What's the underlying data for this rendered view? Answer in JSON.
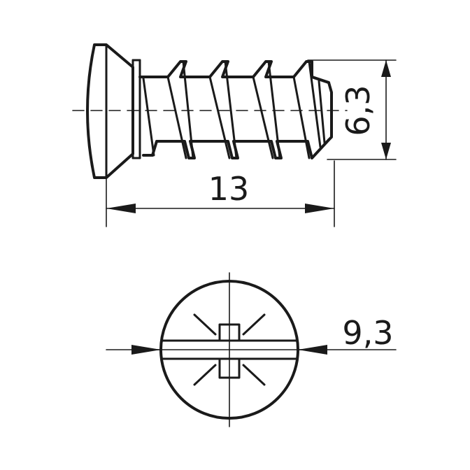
{
  "drawing": {
    "stroke_color": "#1a1a1a",
    "background": "#ffffff"
  },
  "dimensions": {
    "length_label": "13",
    "thread_diameter_label": "6,3",
    "head_diameter_label": "9,3"
  }
}
